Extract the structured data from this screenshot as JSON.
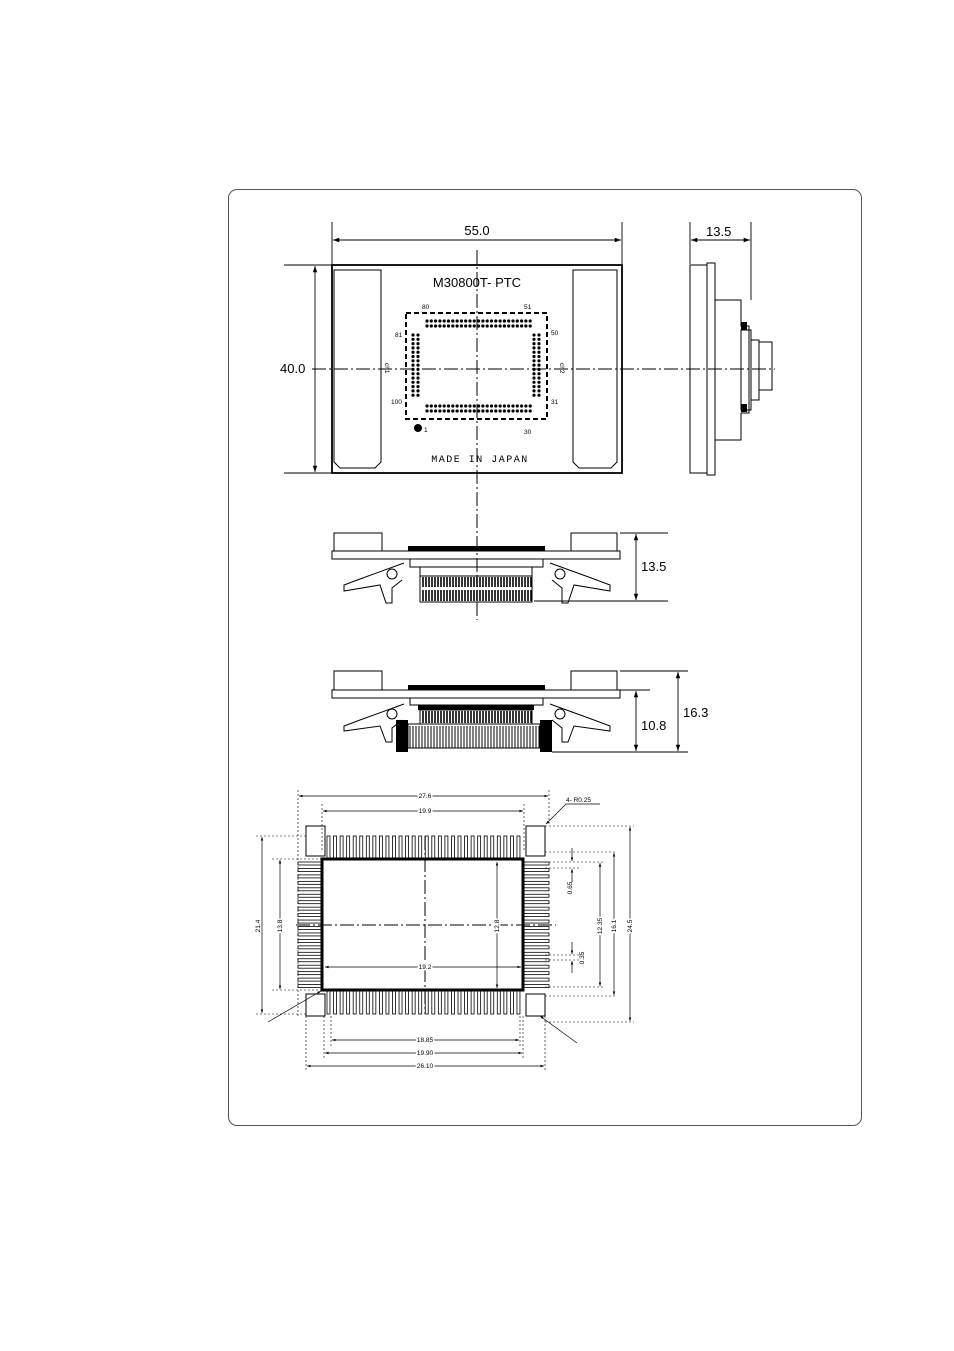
{
  "figure": {
    "title": "",
    "board": {
      "model_label": "M30800T- PTC",
      "origin_text": "MADE IN JAPAN",
      "pin_labels": [
        "80",
        "51",
        "81",
        "50",
        "100",
        "31",
        "1",
        "30"
      ],
      "connector_labels": [
        "ch1",
        "ch2"
      ]
    },
    "dimensions": {
      "top_width": "55.0",
      "top_height": "40.0",
      "side_thickness": "13.5",
      "front_height": "13.5",
      "front2_total": "16.3",
      "front2_partial": "10.8"
    },
    "footprint": {
      "outer_width": "27.6",
      "lead_span_width": "19.9",
      "corner_radius": "4- R0.25",
      "outer_height": "21.4",
      "body_height_left": "13.8",
      "body_height_inner": "12.8",
      "body_width": "19.2",
      "pitch_top": "0.65",
      "pitch_bottom": "0.35",
      "span_1235": "12.35",
      "span_161": "16.1",
      "span_245": "24.5",
      "bottom_1885": "18.85",
      "bottom_1990": "19.90",
      "bottom_2610": "26.10"
    }
  }
}
